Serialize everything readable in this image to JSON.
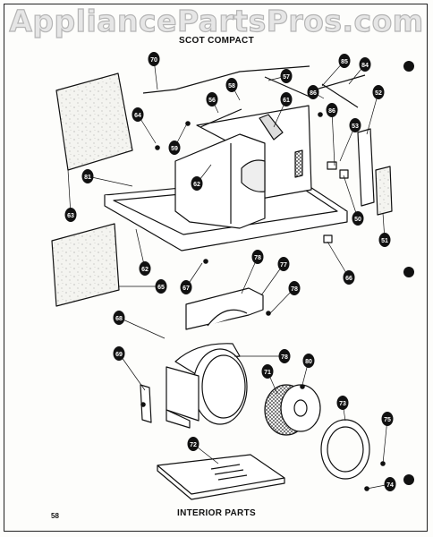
{
  "watermark": "AppliancePartsPros.com",
  "title": "SCOT COMPACT",
  "footer": "INTERIOR PARTS",
  "page_number": "58",
  "callouts": [
    "70",
    "57",
    "85",
    "84",
    "86",
    "56",
    "58",
    "61",
    "52",
    "64",
    "59",
    "53",
    "81",
    "62",
    "86",
    "50",
    "51",
    "63",
    "62",
    "66",
    "67",
    "78",
    "77",
    "78",
    "65",
    "68",
    "78",
    "69",
    "71",
    "80",
    "72",
    "73",
    "75",
    "74"
  ]
}
